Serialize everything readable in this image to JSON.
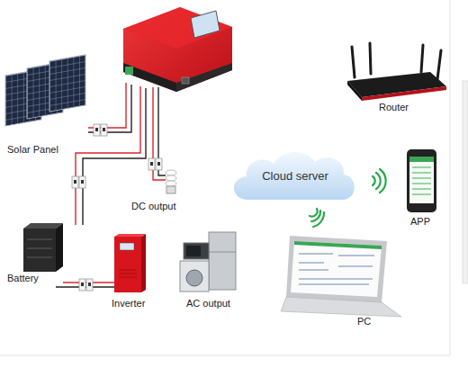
{
  "diagram": {
    "nodes": [
      {
        "text": [
          "Solar Panel"
        ]
      },
      {
        "text": [
          "DC output"
        ]
      },
      {
        "text": [
          "Router"
        ]
      },
      {
        "text": [
          "Cloud server"
        ]
      },
      {
        "text": [
          "APP"
        ]
      },
      {
        "text": [
          "Battery"
        ]
      },
      {
        "text": [
          "Inverter"
        ]
      },
      {
        "text": [
          "AC output"
        ]
      },
      {
        "text": [
          "PC"
        ]
      }
    ],
    "edges": [
      {
        "from": 5,
        "to": 6,
        "arrow": "none"
      }
    ]
  }
}
